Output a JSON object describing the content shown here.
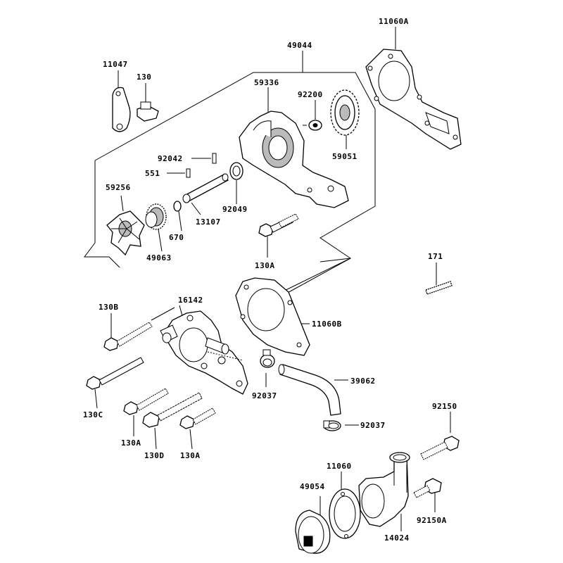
{
  "parts": [
    {
      "id": "p-11060a",
      "label": "11060A"
    },
    {
      "id": "p-49044",
      "label": "49044"
    },
    {
      "id": "p-11047",
      "label": "11047"
    },
    {
      "id": "p-130-top",
      "label": "130"
    },
    {
      "id": "p-59336",
      "label": "59336"
    },
    {
      "id": "p-92200",
      "label": "92200"
    },
    {
      "id": "p-92042",
      "label": "92042"
    },
    {
      "id": "p-551",
      "label": "551"
    },
    {
      "id": "p-59051",
      "label": "59051"
    },
    {
      "id": "p-59256",
      "label": "59256"
    },
    {
      "id": "p-92049",
      "label": "92049"
    },
    {
      "id": "p-13107",
      "label": "13107"
    },
    {
      "id": "p-670",
      "label": "670"
    },
    {
      "id": "p-49063",
      "label": "49063"
    },
    {
      "id": "p-130a-mid",
      "label": "130A"
    },
    {
      "id": "p-171",
      "label": "171"
    },
    {
      "id": "p-16142",
      "label": "16142"
    },
    {
      "id": "p-130b",
      "label": "130B"
    },
    {
      "id": "p-11060b",
      "label": "11060B"
    },
    {
      "id": "p-130c",
      "label": "130C"
    },
    {
      "id": "p-39062",
      "label": "39062"
    },
    {
      "id": "p-92037-a",
      "label": "92037"
    },
    {
      "id": "p-92037-b",
      "label": "92037"
    },
    {
      "id": "p-92150",
      "label": "92150"
    },
    {
      "id": "p-130a-l",
      "label": "130A"
    },
    {
      "id": "p-130d",
      "label": "130D"
    },
    {
      "id": "p-130a-r",
      "label": "130A"
    },
    {
      "id": "p-11060",
      "label": "11060"
    },
    {
      "id": "p-49054",
      "label": "49054"
    },
    {
      "id": "p-92150a",
      "label": "92150A"
    },
    {
      "id": "p-14024",
      "label": "14024"
    }
  ]
}
